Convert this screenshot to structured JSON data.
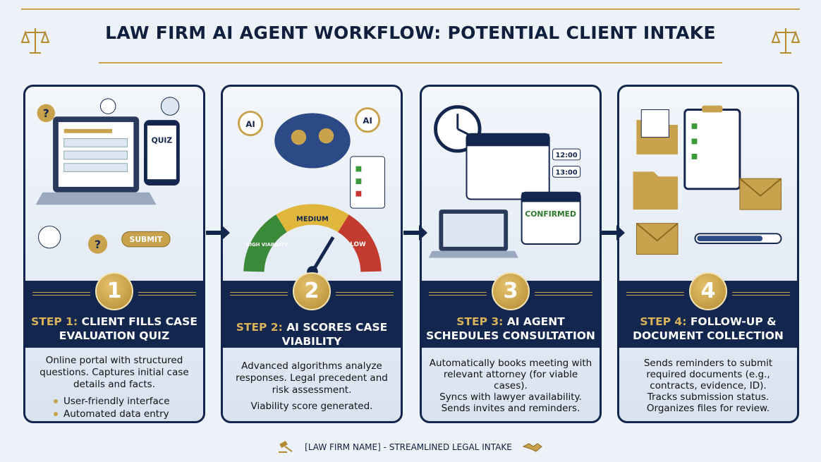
{
  "title": "LAW FIRM AI AGENT WORKFLOW: POTENTIAL CLIENT INTAKE",
  "colors": {
    "navy": "#13264d",
    "gold": "#c9a24e",
    "background": "#edf2f8"
  },
  "steps": [
    {
      "number": "1",
      "step_label": "STEP 1:",
      "title": "CLIENT FILLS CASE EVALUATION QUIZ",
      "description": [
        "Online portal with structured questions. Captures initial case details and facts."
      ],
      "bullets": [
        "User-friendly interface",
        "Automated data entry"
      ],
      "illustration": {
        "quiz": "QUIZ",
        "submit": "SUBMIT"
      }
    },
    {
      "number": "2",
      "step_label": "STEP 2:",
      "title": "AI SCORES CASE VIABILITY",
      "description": [
        "Advanced algorithms analyze responses. Legal precedent and risk assessment.",
        "Viability score generated."
      ],
      "illustration": {
        "ai": "AI",
        "gauge_high": "HIGH VIABILITY",
        "gauge_medium": "MEDIUM",
        "gauge_low": "LOW"
      }
    },
    {
      "number": "3",
      "step_label": "STEP 3:",
      "title": "AI AGENT SCHEDULES CONSULTATION",
      "description": [
        "Automatically books meeting with relevant attorney (for viable cases).",
        "Syncs with lawyer availability.",
        "Sends invites and reminders."
      ],
      "illustration": {
        "confirmed": "CONFIRMED",
        "time1": "12:00",
        "time2": "13:00"
      }
    },
    {
      "number": "4",
      "step_label": "STEP 4:",
      "title": "FOLLOW-UP & DOCUMENT COLLECTION",
      "description": [
        "Sends reminders to submit required documents (e.g., contracts, evidence, ID).",
        "Tracks submission status.",
        "Organizes files for review."
      ],
      "illustration": {}
    }
  ],
  "footer": {
    "text": "[LAW FIRM NAME] - STREAMLINED LEGAL INTAKE"
  }
}
